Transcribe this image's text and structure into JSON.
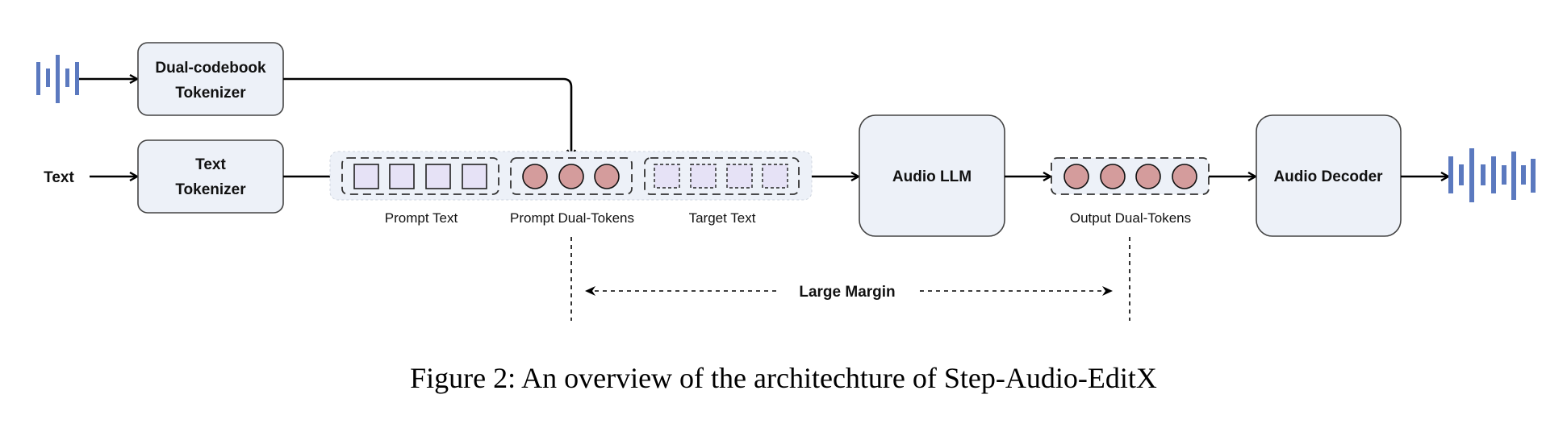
{
  "figure": {
    "caption": "Figure 2: An overview of the architechture of Step-Audio-EditX",
    "colors": {
      "box_fill": "#edf1f8",
      "waveform": "#5b79bf",
      "text_token": "#e6e2f6",
      "audio_token": "#d49c9c"
    }
  },
  "inputs": {
    "audio_input_icon": "waveform-icon",
    "text_input_label": "Text"
  },
  "nodes": {
    "dual_codebook_tokenizer": {
      "line1": "Dual-codebook",
      "line2": "Tokenizer"
    },
    "text_tokenizer": {
      "line1": "Text",
      "line2": "Tokenizer"
    },
    "audio_llm": {
      "label": "Audio LLM"
    },
    "audio_decoder": {
      "label": "Audio Decoder"
    }
  },
  "token_groups": {
    "prompt_text": {
      "label": "Prompt Text",
      "count": 4,
      "kind": "text-token"
    },
    "prompt_dual_tokens": {
      "label": "Prompt Dual-Tokens",
      "count": 3,
      "kind": "audio-token"
    },
    "target_text": {
      "label": "Target Text",
      "count": 4,
      "kind": "text-token-dashed"
    },
    "output_dual_tokens": {
      "label": "Output Dual-Tokens",
      "count": 4,
      "kind": "audio-token"
    }
  },
  "annotation": {
    "margin_label": "Large Margin"
  },
  "outputs": {
    "audio_output_icon": "waveform-icon"
  }
}
